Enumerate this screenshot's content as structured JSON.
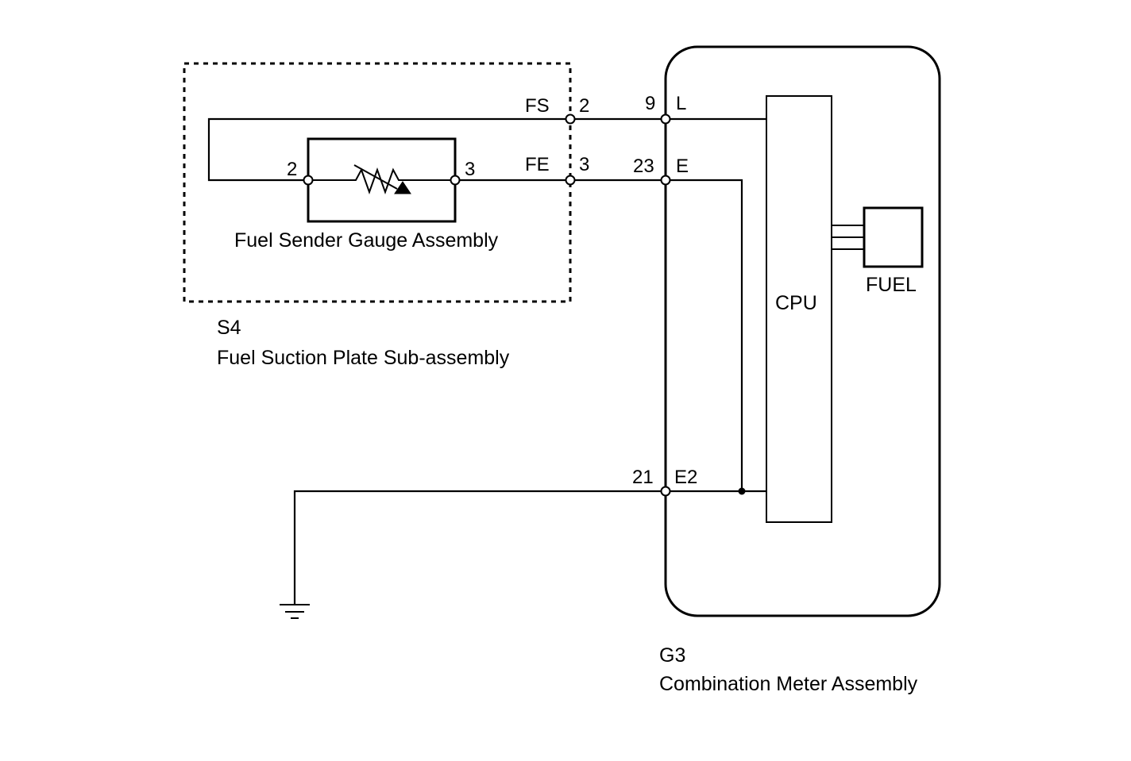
{
  "sender": {
    "name": "Fuel Sender Gauge Assembly",
    "pin_left": "2",
    "pin_right": "3"
  },
  "suction_plate": {
    "code": "S4",
    "name": "Fuel Suction Plate Sub-assembly",
    "fs_label": "FS",
    "fs_pin": "2",
    "fe_label": "FE",
    "fe_pin": "3"
  },
  "meter": {
    "code": "G3",
    "name": "Combination Meter Assembly",
    "cpu_label": "CPU",
    "fuel_label": "FUEL",
    "l_pin": "9",
    "l_label": "L",
    "e_pin": "23",
    "e_label": "E",
    "e2_pin": "21",
    "e2_label": "E2"
  }
}
